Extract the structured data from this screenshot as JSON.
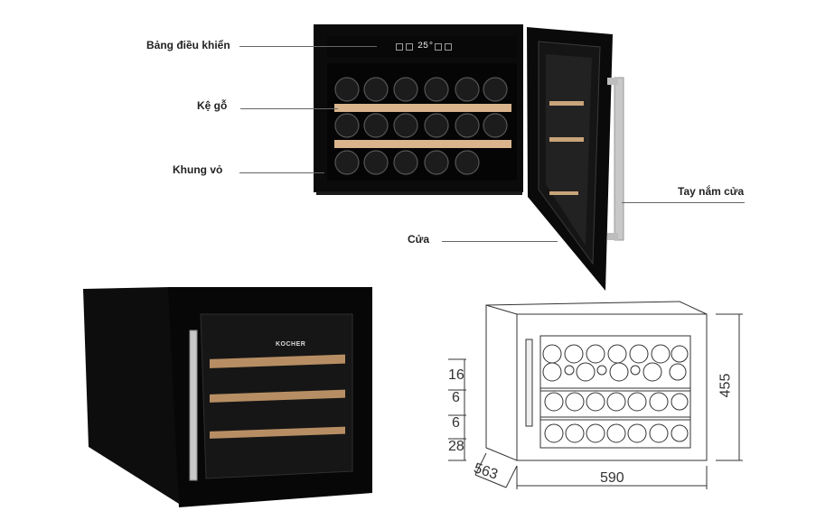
{
  "callouts": {
    "control_panel": "Bảng điều khiển",
    "wooden_shelf": "Kệ gỗ",
    "frame": "Khung vỏ",
    "door_handle": "Tay nắm cửa",
    "door": "Cửa"
  },
  "display": {
    "temperature": "25°"
  },
  "brand": "KOCHER",
  "dimensions": {
    "width": "590",
    "height": "455",
    "depth": "563",
    "side_stack": [
      "16",
      "6",
      "6",
      "28"
    ]
  },
  "colors": {
    "cabinet": "#0b0b0b",
    "wood": "#d9b48c",
    "steel": "#c8c8c8"
  }
}
